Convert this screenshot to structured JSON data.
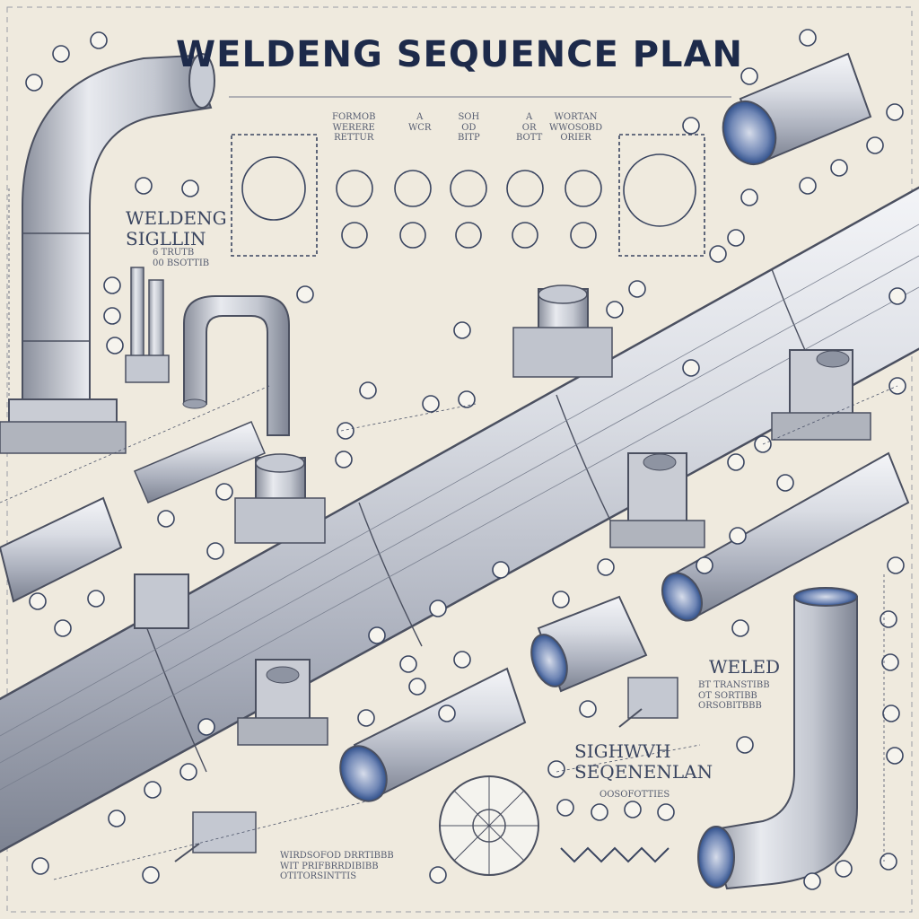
{
  "title": "WELDENG SEQUENCE PLAN",
  "notes": {
    "left_heading": "WELDENG\nSIGLLIN",
    "left_sub": "6 TRUTB\n00 BSOTTIB",
    "right_heading": "WELED",
    "right_sub": "BT TRANSTIBB\nOT SORTIBB\nORSOBITBBB",
    "center_heading": "SIGHWVH\nSEQENENLAN",
    "center_sub": "OOSOFOTTIES",
    "bottom_caption": "WIRDSOFOD DRRTIBBB\nWIT PRIFBRRDIBIBB\nOTITORSINTTIS"
  },
  "chart_headers": [
    "FORMOB\nWERERE\nRETTUR",
    "A\nWCR",
    "SOH\nOD\nBITP",
    "A\nOR\nBOTT",
    "WORTAN\nWWOSOBD\nORIER"
  ],
  "colors": {
    "paper": "#efeade",
    "ink": "#1d2a4a",
    "steel_light": "#e4e6ec",
    "steel_mid": "#b4b8c2",
    "steel_dark": "#6d7382",
    "pipe_inner": "#2f4f8a"
  },
  "icons": [
    "pipe-elbow-icon",
    "weld-torch-icon",
    "pipe-support-icon",
    "section-view-icon",
    "callout-bubble-icon"
  ]
}
